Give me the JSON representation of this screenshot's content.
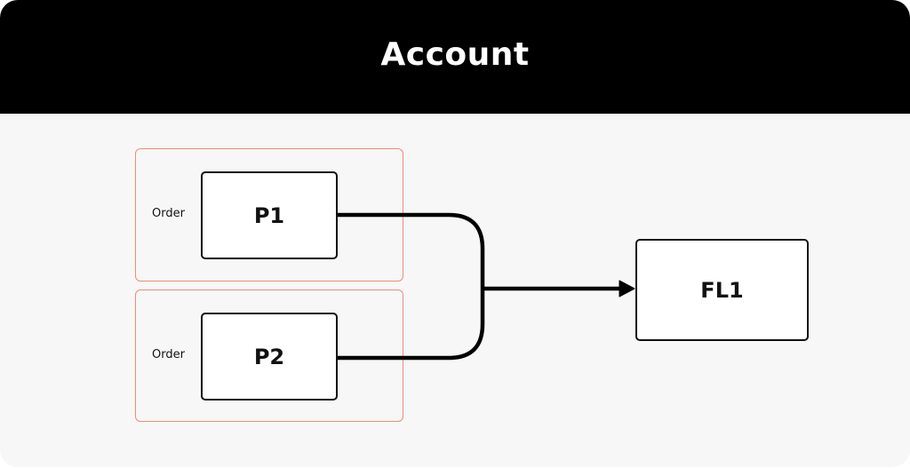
{
  "header": {
    "title": "Account"
  },
  "groups": [
    {
      "label": "Order",
      "node": "P1"
    },
    {
      "label": "Order",
      "node": "P2"
    }
  ],
  "target": {
    "label": "FL1"
  },
  "colors": {
    "header_bg": "#000000",
    "header_text": "#ffffff",
    "canvas_bg": "#f7f7f7",
    "group_border": "#f08a7a",
    "node_border": "#111111",
    "connector": "#000000"
  }
}
